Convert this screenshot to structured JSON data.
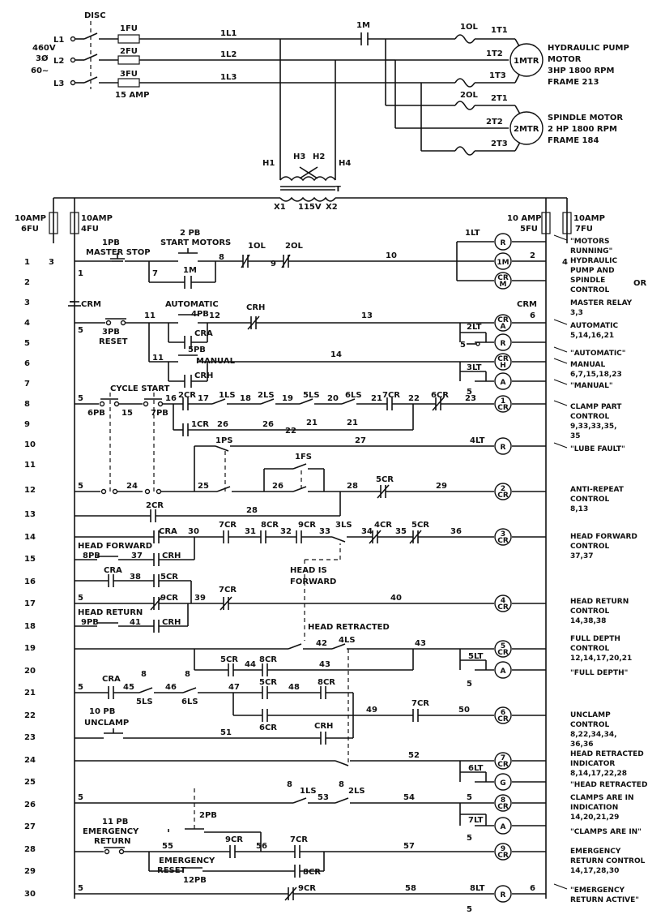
{
  "supply": {
    "disc": "DISC",
    "lines": [
      "L1",
      "L2",
      "L3"
    ],
    "voltage": [
      "460V",
      "3Ø",
      "60~"
    ],
    "fuses": [
      "1FU",
      "2FU",
      "3FU"
    ],
    "fuse_rating": "15 AMP",
    "wires": [
      "1L1",
      "1L2",
      "1L3"
    ],
    "contactor": "1M",
    "ol1": "1OL",
    "ol2": "2OL",
    "m1_terms": [
      "1T1",
      "1T2",
      "1T3"
    ],
    "m2_terms": [
      "2T1",
      "2T2",
      "2T3"
    ]
  },
  "motors": [
    {
      "tag": "1MTR",
      "lines": [
        "HYDRAULIC PUMP",
        "MOTOR",
        "3HP 1800 RPM",
        "FRAME 213"
      ]
    },
    {
      "tag": "2MTR",
      "lines": [
        "SPINDLE MOTOR",
        "2 HP 1800 RPM",
        "FRAME 184"
      ]
    }
  ],
  "transformer": {
    "h": [
      "H1",
      "H3",
      "H2",
      "H4"
    ],
    "t": "T",
    "x1": "X1",
    "v": "115V",
    "x2": "X2"
  },
  "fuses_ctrl": {
    "left_outer": [
      "10AMP",
      "6FU"
    ],
    "left_inner": [
      "10AMP",
      "4FU"
    ],
    "right_inner": [
      "10 AMP",
      "5FU"
    ],
    "right_outer": [
      "10AMP",
      "7FU"
    ],
    "left_term": "3",
    "right_term": "4"
  },
  "rungs": [
    "1",
    "2",
    "3",
    "4",
    "5",
    "6",
    "7",
    "8",
    "9",
    "10",
    "11",
    "12",
    "13",
    "14",
    "15",
    "16",
    "17",
    "18",
    "19",
    "20",
    "21",
    "22",
    "23",
    "24",
    "25",
    "26",
    "27",
    "28",
    "29",
    "30"
  ],
  "labels": {
    "pb1": "1PB",
    "master_stop": "MASTER STOP",
    "pb2": "2 PB",
    "start_motors": "START MOTORS",
    "n1": "1",
    "n7": "7",
    "n8": "8",
    "n9": "9",
    "n10": "10",
    "n2": "2",
    "m1": "1M",
    "crm": "CRM",
    "crm2": "CRM",
    "lt1": "1LT",
    "n5": "5",
    "pb3": "3PB",
    "reset": "RESET",
    "automatic": "AUTOMATIC",
    "pb4": "4PB",
    "n11": "11",
    "n12": "12",
    "crh": "CRH",
    "n13": "13",
    "cra": "CRA",
    "pb5": "5PB",
    "manual": "MANUAL",
    "n11b": "11",
    "n14": "14",
    "crh2": "CRH",
    "lt2": "2LT",
    "lt3": "3LT",
    "n5a": "5",
    "n5b": "5",
    "n6": "6",
    "cycle_start": "CYCLE START",
    "pb6": "6PB",
    "pb7": "7PB",
    "n15": "15",
    "n16": "16",
    "cr2": "2CR",
    "n17": "17",
    "ls1": "1LS",
    "n18": "18",
    "ls2": "2LS",
    "n19": "19",
    "ls5": "5LS",
    "n20": "20",
    "ls6": "6LS",
    "n21": "21",
    "cr7": "7CR",
    "n22": "22",
    "cr6": "6CR",
    "n23": "23",
    "cr1": "1CR",
    "n26a": "26",
    "n26b": "26",
    "n21a": "21",
    "n21b": "21",
    "n22b": "22",
    "ps1": "1PS",
    "n27": "27",
    "lt4": "4LT",
    "fs1": "1FS",
    "n24": "24",
    "n25": "25",
    "n26c": "26",
    "n28": "28",
    "cr5": "5CR",
    "n29": "29",
    "cr2b": "2CR",
    "n28b": "28",
    "n30": "30",
    "cr7b": "7CR",
    "n31": "31",
    "cr8": "8CR",
    "n32": "32",
    "cr9": "9CR",
    "n33": "33",
    "ls3": "3LS",
    "n34": "34",
    "cr4": "4CR",
    "n35": "35",
    "cr5b": "5CR",
    "n36": "36",
    "head_fwd": "HEAD FORWARD",
    "pb8": "8PB",
    "n37": "37",
    "crh3": "CRH",
    "cra2": "CRA",
    "cra3": "CRA",
    "n38": "38",
    "cr5c": "5CR",
    "head_is": "HEAD IS",
    "forward": "FORWARD",
    "cr7c": "7CR",
    "head_ret": "HEAD RETURN",
    "cr9b": "9CR",
    "n39": "39",
    "n40": "40",
    "pb9": "9PB",
    "n41": "41",
    "crh4": "CRH",
    "head_retracted": "HEAD RETRACTED",
    "n42": "42",
    "ls4": "4LS",
    "n43": "43",
    "cr5d": "5CR",
    "n44": "44",
    "cr8b": "8CR",
    "n43b": "43",
    "lt5": "5LT",
    "cra4": "CRA",
    "n45": "45",
    "ls5b": "5LS",
    "n46": "46",
    "ls6b": "6LS",
    "n47": "47",
    "cr5e": "5CR",
    "n48": "48",
    "cr8c": "8CR",
    "pb10": "10 PB",
    "unclamp": "UNCLAMP",
    "cr6b": "6CR",
    "n49": "49",
    "cr7d": "7CR",
    "n50": "50",
    "n51": "51",
    "crh5": "CRH",
    "n52": "52",
    "lt6": "6LT",
    "ls1b": "1LS",
    "n53": "53",
    "ls2b": "2LS",
    "n54": "54",
    "pb11": "11 PB",
    "emergency": "EMERGENCY",
    "return": "RETURN",
    "pb2b": "2PB",
    "n55": "55",
    "cr9c": "9CR",
    "n56": "56",
    "cr7e": "7CR",
    "n57": "57",
    "emergency2": "EMERGENCY",
    "reset2": "RESET",
    "pb12": "12PB",
    "cr8d": "8CR",
    "lt7": "7LT",
    "cr9d": "9CR",
    "n58": "58",
    "lt8": "8LT",
    "a8": "8",
    "b8": "8",
    "c8": "8",
    "d8": "8",
    "e8": "8"
  },
  "coils": [
    {
      "id": "R"
    },
    {
      "id": "1M"
    },
    {
      "id": "CR M"
    },
    {
      "id": "CR A"
    },
    {
      "id": "R"
    },
    {
      "id": "CR H"
    },
    {
      "id": "A"
    },
    {
      "id": "1 CR"
    },
    {
      "id": "R"
    },
    {
      "id": "2 CR"
    },
    {
      "id": "3 CR"
    },
    {
      "id": "4 CR"
    },
    {
      "id": "5 CR"
    },
    {
      "id": "A"
    },
    {
      "id": "6 CR"
    },
    {
      "id": "7 CR"
    },
    {
      "id": "G"
    },
    {
      "id": "8 CR"
    },
    {
      "id": "A"
    },
    {
      "id": "9 CR"
    },
    {
      "id": "R"
    }
  ],
  "notes": [
    {
      "lines": [
        "\"MOTORS",
        "RUNNING\""
      ]
    },
    {
      "lines": [
        "HYDRAULIC",
        "PUMP AND",
        "SPINDLE",
        "CONTROL"
      ]
    },
    {
      "lines": [
        "MASTER RELAY",
        "3,3"
      ]
    },
    {
      "lines": [
        "AUTOMATIC",
        "5,14,16,21"
      ]
    },
    {
      "lines": [
        "\"AUTOMATIC\""
      ]
    },
    {
      "lines": [
        "MANUAL",
        "6,7,15,18,23"
      ]
    },
    {
      "lines": [
        "\"MANUAL\""
      ]
    },
    {
      "lines": [
        "CLAMP PART",
        "CONTROL",
        "9,33,33,35,",
        "35"
      ]
    },
    {
      "lines": [
        "\"LUBE FAULT\""
      ]
    },
    {
      "lines": [
        "ANTI-REPEAT",
        "CONTROL",
        "8,13"
      ]
    },
    {
      "lines": [
        "HEAD FORWARD",
        "CONTROL",
        "37,37"
      ]
    },
    {
      "lines": [
        "HEAD RETURN",
        "CONTROL",
        "14,38,38"
      ]
    },
    {
      "lines": [
        "FULL DEPTH",
        "CONTROL",
        "12,14,17,20,21"
      ]
    },
    {
      "lines": [
        "\"FULL DEPTH\""
      ]
    },
    {
      "lines": [
        "UNCLAMP",
        "CONTROL",
        "8,22,34,34,",
        "36,36"
      ]
    },
    {
      "lines": [
        "HEAD RETRACTED",
        "INDICATOR",
        "8,14,17,22,28"
      ]
    },
    {
      "lines": [
        "\"HEAD RETRACTED\""
      ]
    },
    {
      "lines": [
        "CLAMPS ARE IN",
        "INDICATION",
        "14,20,21,29"
      ]
    },
    {
      "lines": [
        "\"CLAMPS ARE IN\""
      ]
    },
    {
      "lines": [
        "EMERGENCY",
        "RETURN CONTROL",
        "14,17,28,30"
      ]
    },
    {
      "lines": [
        "\"EMERGENCY",
        "RETURN ACTIVE\""
      ]
    }
  ],
  "or_note": "OR"
}
